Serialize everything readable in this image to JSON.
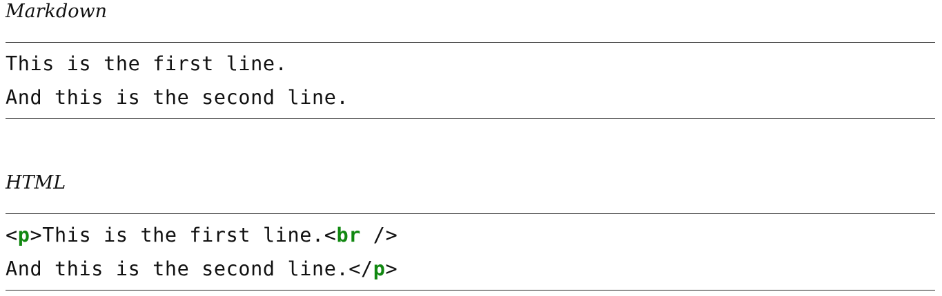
{
  "markdown_section": {
    "heading": "Markdown",
    "lines": [
      "This is the first line.",
      "And this is the second line."
    ]
  },
  "html_section": {
    "heading": "HTML",
    "line1": {
      "open_bracket": "<",
      "tag": "p",
      "close_bracket": ">",
      "text": "This is the first line.",
      "br_open": "<",
      "br_tag": "br",
      "br_close": " />"
    },
    "line2": {
      "text": "And this is the second line.",
      "end_open": "</",
      "end_tag": "p",
      "end_close": ">"
    }
  },
  "colors": {
    "tag_color": "#118811",
    "text_color": "#111111",
    "rule_color": "#222222"
  }
}
